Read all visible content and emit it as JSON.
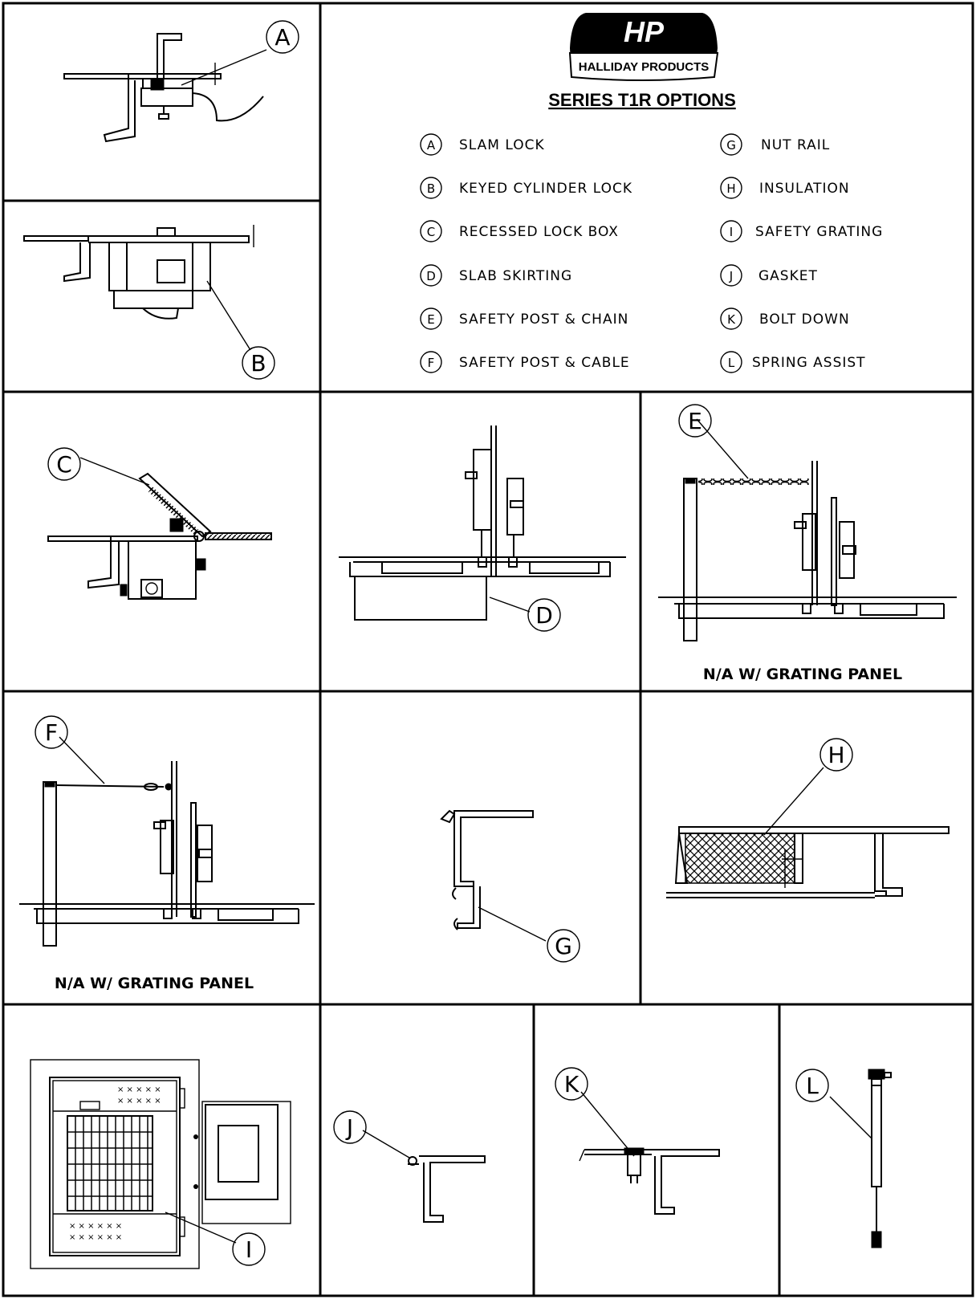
{
  "header": {
    "logo_mark": "HP",
    "company": "HALLIDAY PRODUCTS",
    "title": "SERIES T1R OPTIONS"
  },
  "legend": [
    {
      "letter": "A",
      "label": "SLAM LOCK"
    },
    {
      "letter": "B",
      "label": "KEYED CYLINDER LOCK"
    },
    {
      "letter": "C",
      "label": "RECESSED LOCK BOX"
    },
    {
      "letter": "D",
      "label": "SLAB SKIRTING"
    },
    {
      "letter": "E",
      "label": "SAFETY POST & CHAIN"
    },
    {
      "letter": "F",
      "label": "SAFETY POST & CABLE"
    },
    {
      "letter": "G",
      "label": "NUT RAIL"
    },
    {
      "letter": "H",
      "label": "INSULATION"
    },
    {
      "letter": "I",
      "label": "SAFETY GRATING"
    },
    {
      "letter": "J",
      "label": "GASKET"
    },
    {
      "letter": "K",
      "label": "BOLT DOWN"
    },
    {
      "letter": "L",
      "label": "SPRING ASSIST"
    }
  ],
  "callouts": {
    "a": "A",
    "b": "B",
    "c": "C",
    "d": "D",
    "e": "E",
    "f": "F",
    "g": "G",
    "h": "H",
    "i": "I",
    "j": "J",
    "k": "K",
    "l": "L"
  },
  "notes": {
    "e_note": "N/A W/ GRATING PANEL",
    "f_note": "N/A W/ GRATING PANEL"
  }
}
